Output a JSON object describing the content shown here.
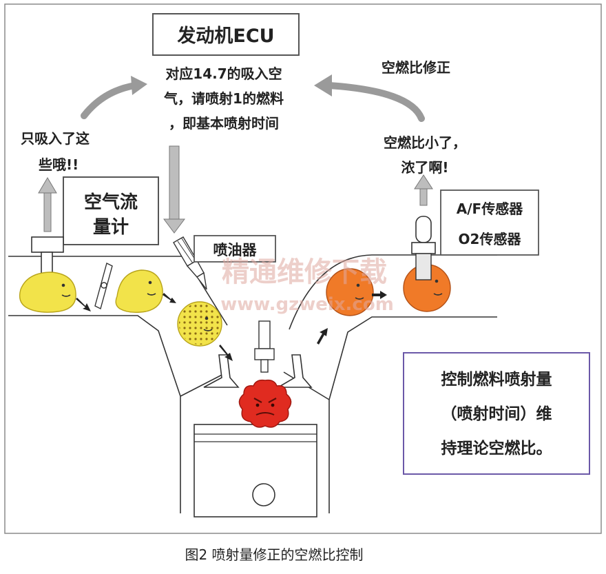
{
  "diagram": {
    "ecu_label": "发动机ECU",
    "ecu_note_lines": [
      "对应14.7的吸入空",
      "气，请喷射1的燃料",
      "，即基本喷射时间"
    ],
    "correction_label": "空燃比修正",
    "maf_label_lines": [
      "空气流",
      "量计"
    ],
    "air_speech_lines": [
      "只吸入了这",
      "些哦!!"
    ],
    "injector_label": "喷油器",
    "af_sensor_label": "A/F传感器",
    "o2_sensor_label": "O2传感器",
    "rich_speech_lines": [
      "空燃比小了，",
      "浓了啊!"
    ],
    "control_note_lines": [
      "控制燃料喷射量",
      "（喷射时间）维",
      "持理论空燃比。"
    ],
    "watermark_cn": "精通维修下载",
    "watermark_url": "www.gzweix.com"
  },
  "caption": "图2 喷射量修正的空燃比控制",
  "colors": {
    "frame": "#8a8a8a",
    "box_border": "#555555",
    "note_border": "#6b58a8",
    "air_yellow": "#f2e34a",
    "exhaust_orange": "#f07a28",
    "combustion_red": "#e02b20",
    "arrow_gray": "#9a9a9a",
    "watermark": "#e0a8a0"
  }
}
